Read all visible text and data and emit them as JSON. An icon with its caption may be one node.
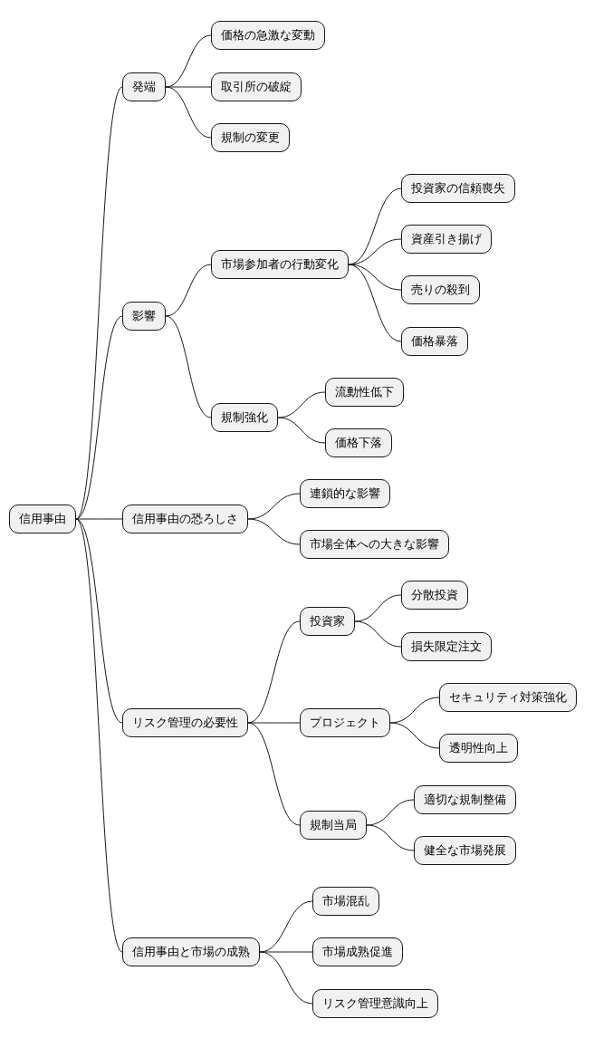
{
  "diagram": {
    "nodes": [
      {
        "text": [
          "信用事由"
        ]
      },
      {
        "text": [
          "発端"
        ]
      },
      {
        "text": [
          "価格の急激な変動"
        ]
      },
      {
        "text": [
          "取引所の破綻"
        ]
      },
      {
        "text": [
          "規制の変更"
        ]
      },
      {
        "text": [
          "影響"
        ]
      },
      {
        "text": [
          "市場参加者の行動変化"
        ]
      },
      {
        "text": [
          "投資家の信頼喪失"
        ]
      },
      {
        "text": [
          "資産引き揚げ"
        ]
      },
      {
        "text": [
          "売りの殺到"
        ]
      },
      {
        "text": [
          "価格暴落"
        ]
      },
      {
        "text": [
          "規制強化"
        ]
      },
      {
        "text": [
          "流動性低下"
        ]
      },
      {
        "text": [
          "価格下落"
        ]
      },
      {
        "text": [
          "信用事由の恐ろしさ"
        ]
      },
      {
        "text": [
          "連鎖的な影響"
        ]
      },
      {
        "text": [
          "市場全体への大きな影響"
        ]
      },
      {
        "text": [
          "リスク管理の必要性"
        ]
      },
      {
        "text": [
          "投資家"
        ]
      },
      {
        "text": [
          "分散投資"
        ]
      },
      {
        "text": [
          "損失限定注文"
        ]
      },
      {
        "text": [
          "プロジェクト"
        ]
      },
      {
        "text": [
          "セキュリティ対策強化"
        ]
      },
      {
        "text": [
          "透明性向上"
        ]
      },
      {
        "text": [
          "規制当局"
        ]
      },
      {
        "text": [
          "適切な規制整備"
        ]
      },
      {
        "text": [
          "健全な市場発展"
        ]
      },
      {
        "text": [
          "信用事由と市場の成熟"
        ]
      },
      {
        "text": [
          "市場混乱"
        ]
      },
      {
        "text": [
          "市場成熟促進"
        ]
      },
      {
        "text": [
          "リスク管理意識向上"
        ]
      }
    ],
    "edges": [
      {
        "from": 0,
        "to": 1,
        "arrow": "none"
      },
      {
        "from": 1,
        "to": 2,
        "arrow": "none"
      },
      {
        "from": 1,
        "to": 3,
        "arrow": "none"
      },
      {
        "from": 1,
        "to": 4,
        "arrow": "none"
      },
      {
        "from": 0,
        "to": 5,
        "arrow": "none"
      },
      {
        "from": 5,
        "to": 6,
        "arrow": "none"
      },
      {
        "from": 6,
        "to": 7,
        "arrow": "none"
      },
      {
        "from": 6,
        "to": 8,
        "arrow": "none"
      },
      {
        "from": 6,
        "to": 9,
        "arrow": "none"
      },
      {
        "from": 6,
        "to": 10,
        "arrow": "none"
      },
      {
        "from": 5,
        "to": 11,
        "arrow": "none"
      },
      {
        "from": 11,
        "to": 12,
        "arrow": "none"
      },
      {
        "from": 11,
        "to": 13,
        "arrow": "none"
      },
      {
        "from": 0,
        "to": 14,
        "arrow": "none"
      },
      {
        "from": 14,
        "to": 15,
        "arrow": "none"
      },
      {
        "from": 14,
        "to": 16,
        "arrow": "none"
      },
      {
        "from": 0,
        "to": 17,
        "arrow": "none"
      },
      {
        "from": 17,
        "to": 18,
        "arrow": "none"
      },
      {
        "from": 18,
        "to": 19,
        "arrow": "none"
      },
      {
        "from": 18,
        "to": 20,
        "arrow": "none"
      },
      {
        "from": 17,
        "to": 21,
        "arrow": "none"
      },
      {
        "from": 21,
        "to": 22,
        "arrow": "none"
      },
      {
        "from": 21,
        "to": 23,
        "arrow": "none"
      },
      {
        "from": 17,
        "to": 24,
        "arrow": "none"
      },
      {
        "from": 24,
        "to": 25,
        "arrow": "none"
      },
      {
        "from": 24,
        "to": 26,
        "arrow": "none"
      },
      {
        "from": 0,
        "to": 27,
        "arrow": "none"
      },
      {
        "from": 27,
        "to": 28,
        "arrow": "none"
      },
      {
        "from": 27,
        "to": 29,
        "arrow": "none"
      },
      {
        "from": 27,
        "to": 30,
        "arrow": "none"
      }
    ]
  }
}
